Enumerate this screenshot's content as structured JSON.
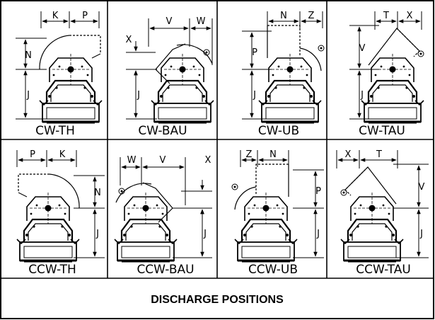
{
  "title": "DISCHARGE POSITIONS",
  "row1": [
    {
      "position": "CW-TH",
      "dims": {
        "top_left": "K",
        "top_right": "P",
        "side_upper": "N",
        "side_lower": "J"
      }
    },
    {
      "position": "CW-BAU",
      "dims": {
        "top_left": "V",
        "top_right": "W",
        "side_upper": "X",
        "side_lower": "J"
      }
    },
    {
      "position": "CW-UB",
      "dims": {
        "top_left": "N",
        "top_right": "Z",
        "side_upper": "P",
        "side_lower": "J"
      }
    },
    {
      "position": "CW-TAU",
      "dims": {
        "top_left": "T",
        "top_right": "X",
        "side_upper": "V",
        "side_lower": "J"
      }
    }
  ],
  "row2": [
    {
      "position": "CCW-TH",
      "dims": {
        "top_left": "P",
        "top_right": "K",
        "side_upper": "N",
        "side_lower": "J"
      }
    },
    {
      "position": "CCW-BAU",
      "dims": {
        "top_left": "W",
        "top_right": "V",
        "side_upper": "X",
        "side_lower": "J"
      }
    },
    {
      "position": "CCW-UB",
      "dims": {
        "top_left": "Z",
        "top_right": "N",
        "side_upper": "P",
        "side_lower": "J"
      }
    },
    {
      "position": "CCW-TAU",
      "dims": {
        "top_left": "X",
        "top_right": "T",
        "side_upper": "V",
        "side_lower": "J"
      }
    }
  ]
}
